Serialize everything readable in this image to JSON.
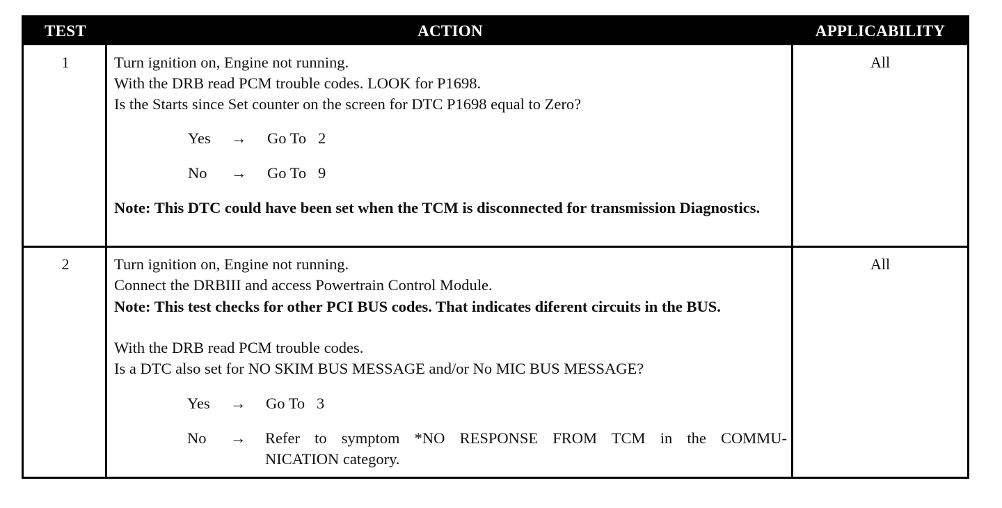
{
  "header": {
    "test": "TEST",
    "action": "ACTION",
    "applicability": "APPLICABILITY"
  },
  "arrow": "→",
  "rows": [
    {
      "test": "1",
      "applicability": "All",
      "lines": [
        "Turn ignition on, Engine not running.",
        "With the DRB read PCM trouble codes. LOOK for P1698.",
        "Is the Starts since Set counter on the screen for DTC P1698 equal to Zero?"
      ],
      "options": [
        {
          "answer": "Yes",
          "result": "Go To   2"
        },
        {
          "answer": "No",
          "result": "Go To   9"
        }
      ],
      "note": "Note: This DTC could have been set when the TCM is disconnected for transmission Diagnostics."
    },
    {
      "test": "2",
      "applicability": "All",
      "lines": [
        "Turn ignition on, Engine not running.",
        "Connect the DRBIII and access Powertrain Control Module."
      ],
      "note": "Note: This test checks for other PCI BUS codes. That indicates diferent circuits in the BUS.",
      "lines_after": [
        "With the DRB read PCM trouble codes.",
        "Is a DTC also set for NO SKIM BUS MESSAGE and/or No MIC BUS MESSAGE?"
      ],
      "options": [
        {
          "answer": "Yes",
          "result": "Go To   3"
        },
        {
          "answer": "No",
          "result": "Refer to symptom *NO RESPONSE FROM TCM in the COMMU-",
          "result_cont": "NICATION category."
        }
      ]
    }
  ]
}
